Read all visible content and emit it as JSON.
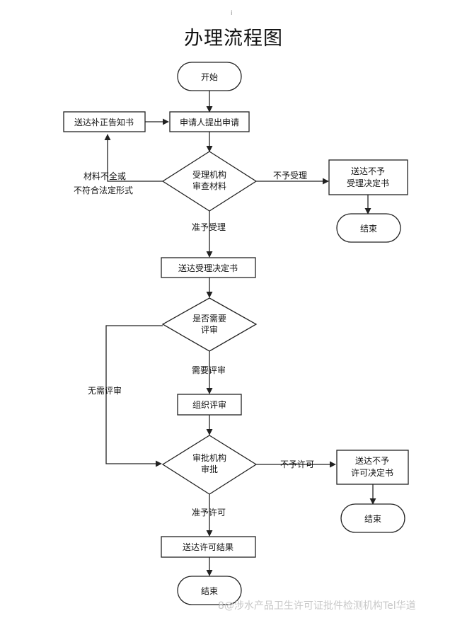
{
  "title": "办理流程图",
  "top_mark": "ⅰ",
  "nodes": {
    "start": "开始",
    "apply": "申请人提出申请",
    "notify_correction": "送达补正告知书",
    "review_line1": "受理机构",
    "review_line2": "审查材料",
    "reject_doc_line1": "送达不予",
    "reject_doc_line2": "受理决定书",
    "end1": "结束",
    "accept_doc": "送达受理决定书",
    "need_eval_line1": "是否需要",
    "need_eval_line2": "评审",
    "organize_eval": "组织评审",
    "approve_line1": "审批机构",
    "approve_line2": "审批",
    "deny_doc_line1": "送达不予",
    "deny_doc_line2": "许可决定书",
    "end2": "结束",
    "permit_result": "送达许可结果",
    "end3": "结束"
  },
  "edge_labels": {
    "incomplete_line1": "材料不全或",
    "incomplete_line2": "不符合法定形式",
    "not_accept": "不予受理",
    "accept": "准予受理",
    "need_eval": "需要评审",
    "no_eval": "无需评审",
    "deny": "不予许可",
    "grant": "准予许可"
  },
  "watermark": "8@涉水产品卫生许可证批件检测机构Tel华道",
  "colors": {
    "line": "#222222",
    "fill": "#ffffff",
    "text": "#111111"
  }
}
